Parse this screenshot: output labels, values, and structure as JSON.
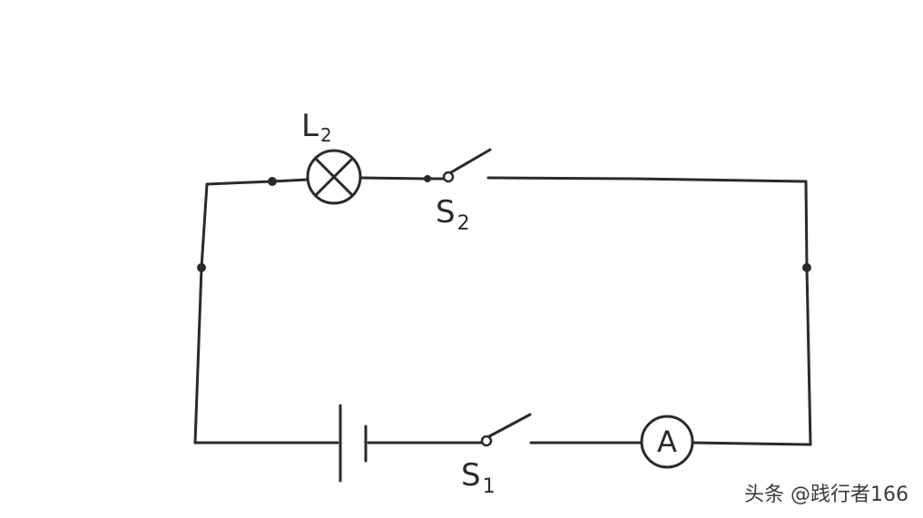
{
  "labels": {
    "lamp": {
      "main": "L",
      "sub": "2"
    },
    "switch_top": {
      "main": "S",
      "sub": "2"
    },
    "switch_bottom": {
      "main": "S",
      "sub": "1"
    },
    "ammeter": "A"
  },
  "watermark": "头条 @践行者166"
}
